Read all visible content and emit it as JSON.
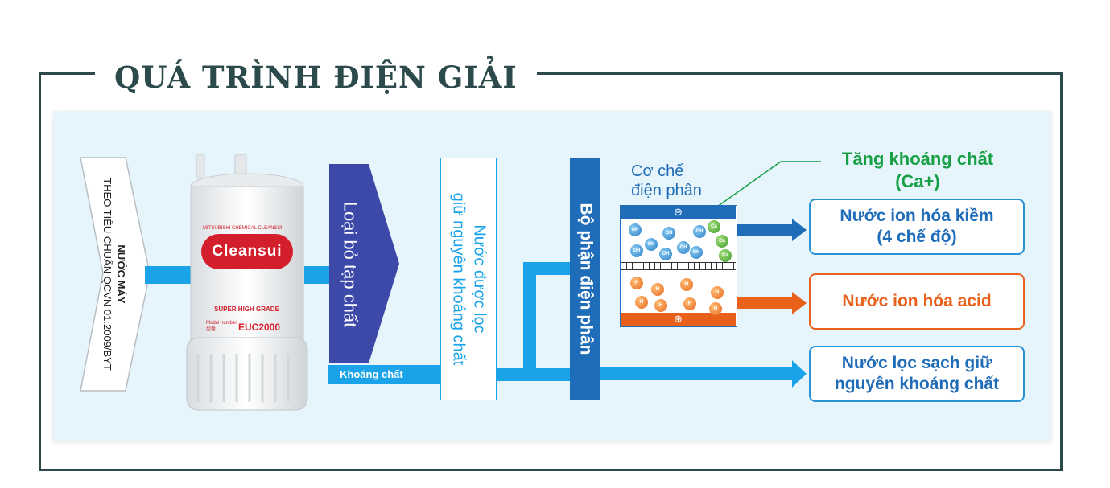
{
  "title": "QUÁ TRÌNH ĐIỆN GIẢI",
  "tap_water": {
    "line1": "NƯỚC MÁY",
    "line2": "THEO TIÊU CHUẨN QCVN 01:2009/BYT"
  },
  "cartridge": {
    "maker": "MITSUBISHI CHEMICAL CLEANSUI",
    "brand": "Cleansui",
    "grade": "SUPER HIGH GRADE",
    "model_label": "Model number",
    "model_label2": "型番",
    "model": "EUC2000"
  },
  "stages": {
    "remove": "Loại bỏ tạp chất",
    "minerals": "Khoáng chất",
    "filtered_line1": "Nước được lọc",
    "filtered_line2": "giữ nguyên khoáng chất",
    "electrolysis_unit": "Bộ phận điện phân"
  },
  "mechanism": {
    "label_line1": "Cơ chế",
    "label_line2": "điện phân",
    "neg_symbol": "⊖",
    "pos_symbol": "⊕",
    "oh_ion": "OH",
    "ca_ion": "Ca",
    "h_ion": "H"
  },
  "mineral_note": {
    "line1": "Tăng khoáng chất",
    "line2": "(Ca+)"
  },
  "outputs": {
    "alkaline_line1": "Nước ion hóa kiềm",
    "alkaline_line2": "(4 chế độ)",
    "acid": "Nước ion hóa acid",
    "clean_line1": "Nước lọc sạch giữ",
    "clean_line2": "nguyên khoáng chất"
  },
  "colors": {
    "frame": "#2c4a4b",
    "panel": "#e6f4fb",
    "flow_blue": "#1aa3e8",
    "dark_blue": "#3d49a8",
    "unit_blue": "#1f6cb8",
    "green": "#18a045",
    "orange": "#e8601a",
    "output_text": "#1f6cb8"
  }
}
